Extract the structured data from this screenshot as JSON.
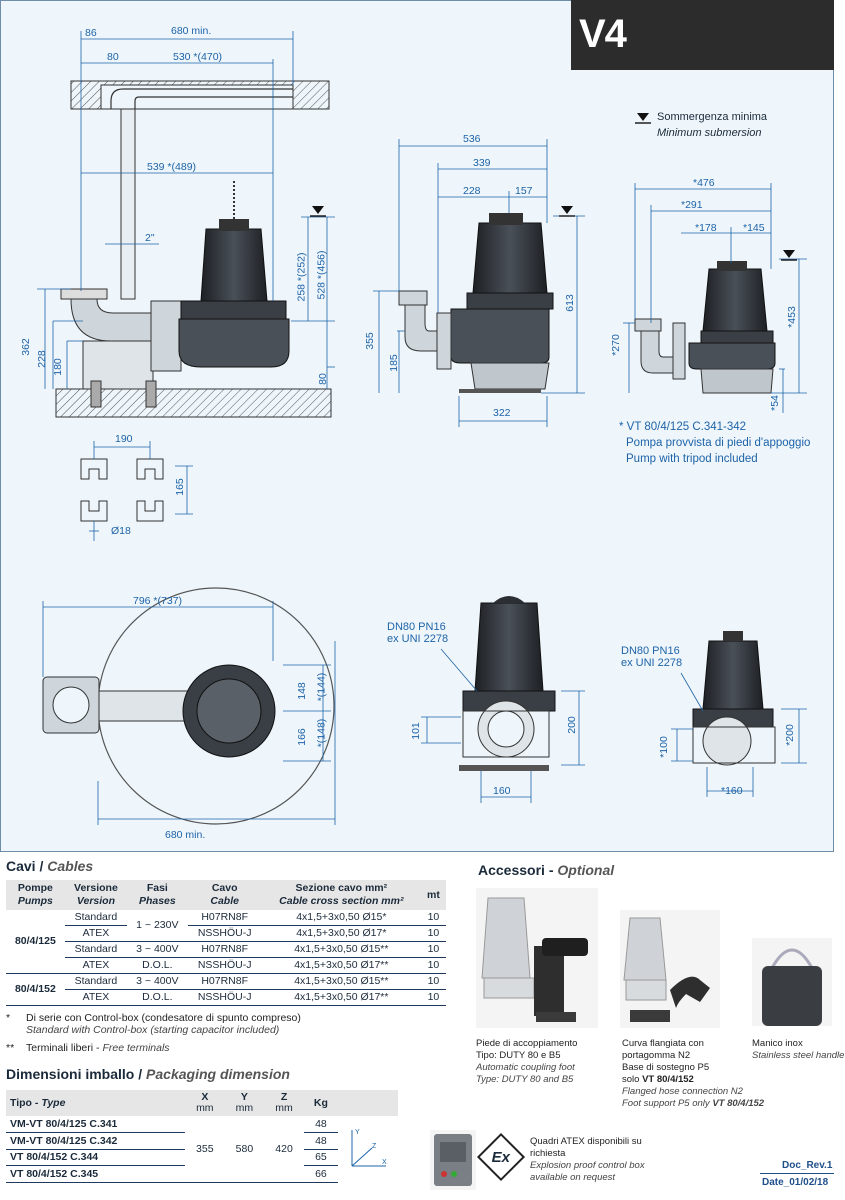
{
  "header": {
    "badge": "V4"
  },
  "drawing": {
    "dims_side": {
      "d86": "86",
      "d680min_top": "680 min.",
      "d80": "80",
      "d530": "530 *(470)",
      "d539": "539 *(489)",
      "d2in": "2\"",
      "d362": "362",
      "d228": "228",
      "d180": "180",
      "d258": "258 *(252)",
      "d528": "528 *(456)",
      "d80b": "80"
    },
    "dims_front": {
      "d536": "536",
      "d339": "339",
      "d228": "228",
      "d157": "157",
      "d355": "355",
      "d185": "185",
      "d613": "613",
      "d322": "322"
    },
    "dims_tripod": {
      "d476": "*476",
      "d291": "*291",
      "d178": "*178",
      "d145": "*145",
      "d270": "*270",
      "d453": "*453",
      "d54": "*54"
    },
    "legend": {
      "line1": "Sommergenza minima",
      "line2": "Minimum submersion"
    },
    "tripod_note": {
      "line1": "* VT 80/4/125 C.341-342",
      "line2": "Pompa provvista di piedi d'appoggio",
      "line3": "Pump with tripod included"
    },
    "dims_foot": {
      "d190": "190",
      "d165": "165",
      "d18": "Ø18"
    },
    "dims_plan": {
      "d796": "796 *(737)",
      "d148": "148",
      "d144": "*(144)",
      "d166": "166",
      "d148b": "*(148)",
      "d680": "680 min."
    },
    "dims_flange1": {
      "label1": "DN80 PN16",
      "label2": "ex UNI 2278",
      "d101": "101",
      "d200": "200",
      "d160": "160"
    },
    "dims_flange2": {
      "label1": "DN80 PN16",
      "label2": "ex UNI 2278",
      "d100": "*100",
      "d200": "*200",
      "d160": "*160"
    }
  },
  "cables": {
    "title": "Cavi / ",
    "title_en": "Cables",
    "headers": [
      {
        "it": "Pompe",
        "en": "Pumps"
      },
      {
        "it": "Versione",
        "en": "Version"
      },
      {
        "it": "Fasi",
        "en": "Phases"
      },
      {
        "it": "Cavo",
        "en": "Cable"
      },
      {
        "it": "Sezione cavo mm²",
        "en": "Cable cross section mm²"
      },
      {
        "it": "mt",
        "en": ""
      }
    ],
    "pump_groups": [
      "80/4/125",
      "80/4/152"
    ],
    "phase_groups": [
      "1 ~ 230V",
      "3 ~ 400V",
      "D.O.L.",
      "3 ~ 400V",
      "D.O.L."
    ],
    "rows": [
      {
        "version": "Standard",
        "cable": "H07RN8F",
        "section": "4x1,5+3x0,50 Ø15*",
        "mt": "10"
      },
      {
        "version": "ATEX",
        "cable": "NSSHÖU-J",
        "section": "4x1,5+3x0,50 Ø17*",
        "mt": "10"
      },
      {
        "version": "Standard",
        "cable": "H07RN8F",
        "section": "4x1,5+3x0,50 Ø15**",
        "mt": "10"
      },
      {
        "version": "ATEX",
        "cable": "NSSHÖU-J",
        "section": "4x1,5+3x0,50 Ø17**",
        "mt": "10"
      },
      {
        "version": "Standard",
        "cable": "H07RN8F",
        "section": "4x1,5+3x0,50 Ø15**",
        "mt": "10"
      },
      {
        "version": "ATEX",
        "cable": "NSSHÖU-J",
        "section": "4x1,5+3x0,50 Ø17**",
        "mt": "10"
      }
    ],
    "notes": {
      "n1_mark": "*",
      "n1_it": "Di serie con Control-box (condesatore di spunto compreso)",
      "n1_en": "Standard with Control-box (starting capacitor included)",
      "n2_mark": "**",
      "n2_it": "Terminali liberi - ",
      "n2_en": "Free terminals"
    }
  },
  "packaging": {
    "title": "Dimensioni imballo / ",
    "title_en": "Packaging dimension",
    "headers": {
      "type_it": "Tipo - ",
      "type_en": "Type",
      "x": "X",
      "y": "Y",
      "z": "Z",
      "unit": "mm",
      "kg": "Kg"
    },
    "rows": [
      {
        "type": "VM-VT 80/4/125 C.341",
        "kg": "48"
      },
      {
        "type": "VM-VT 80/4/125 C.342",
        "kg": "48"
      },
      {
        "type": "VT 80/4/152 C.344",
        "kg": "65"
      },
      {
        "type": "VT 80/4/152 C.345",
        "kg": "66"
      }
    ],
    "x": "355",
    "y": "580",
    "z": "420",
    "axis": {
      "x": "X",
      "y": "Y",
      "z": "Z"
    }
  },
  "accessories": {
    "title": "Accessori - ",
    "title_en": "Optional",
    "items": [
      {
        "l1": "Piede di accoppiamento",
        "l2": "Tipo: DUTY 80 e B5",
        "l3": "Automatic coupling foot",
        "l4": "Type: DUTY 80 and B5"
      },
      {
        "l1": "Curva flangiata con",
        "l2": "portagomma N2",
        "l3": "Base di sostegno P5",
        "l4": "solo ",
        "l4b": "VT 80/4/152",
        "l5": "Flanged hose connection N2",
        "l6": "Foot support P5 only ",
        "l6b": "VT 80/4/152"
      },
      {
        "l1": "Manico inox",
        "l2": "Stainless steel handle"
      }
    ],
    "atex": {
      "l1": "Quadri ATEX disponibili su",
      "l2": "richiesta",
      "l3": "Explosion proof control box",
      "l4": "available on request",
      "logo": "Ex"
    }
  },
  "footer": {
    "rev": "Doc_Rev.1",
    "date": "Date_01/02/18"
  },
  "colors": {
    "dim_blue": "#1e63a8",
    "panel": "#eef6fb",
    "pump_dark": "#2b2f33"
  }
}
